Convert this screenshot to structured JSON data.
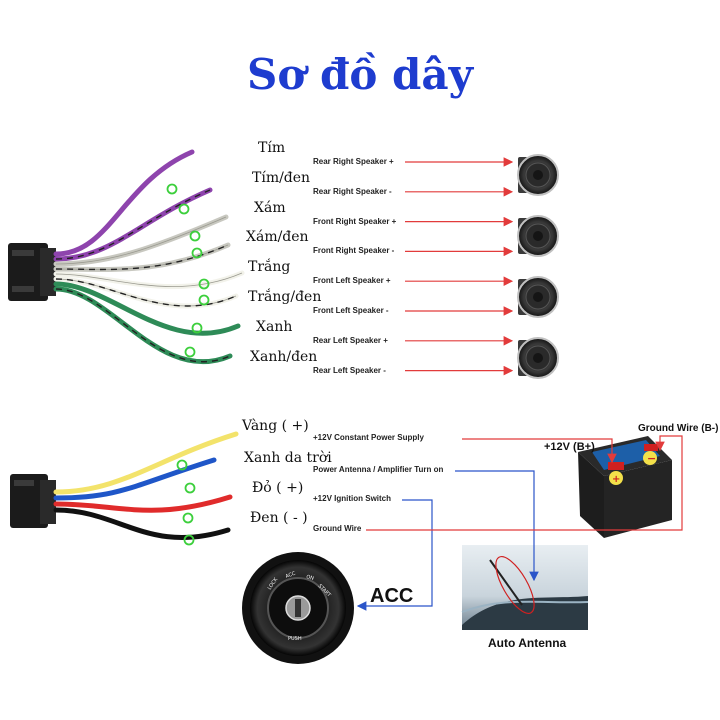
{
  "title": "Sơ đồ dây",
  "speaker_wires": [
    {
      "vn": "Tím",
      "en": "Rear Right Speaker +",
      "color": "#8e44ad",
      "stripe": ""
    },
    {
      "vn": "Tím/đen",
      "en": "Rear Right Speaker -",
      "color": "#8e44ad",
      "stripe": "#222222"
    },
    {
      "vn": "Xám",
      "en": "Front Right Speaker +",
      "color": "#c8c8c0",
      "stripe": ""
    },
    {
      "vn": "Xám/đen",
      "en": "Front Right Speaker -",
      "color": "#c8c8c0",
      "stripe": "#222222"
    },
    {
      "vn": "Trắng",
      "en": "Front Left Speaker +",
      "color": "#f2f2ea",
      "stripe": ""
    },
    {
      "vn": "Trắng/đen",
      "en": "Front Left Speaker -",
      "color": "#f2f2ea",
      "stripe": "#222222"
    },
    {
      "vn": "Xanh",
      "en": "Rear Left Speaker +",
      "color": "#2e8b57",
      "stripe": ""
    },
    {
      "vn": "Xanh/đen",
      "en": "Rear Left Speaker -",
      "color": "#2e8b57",
      "stripe": "#222222"
    }
  ],
  "power_wires": [
    {
      "vn": "Vàng ( +)",
      "en": "+12V Constant Power Supply",
      "color": "#f3e36b"
    },
    {
      "vn": "Xanh da trời",
      "en": "Power Antenna / Amplifier Turn on",
      "color": "#1f56c8"
    },
    {
      "vn": "Đỏ ( +)",
      "en": "+12V Ignition Switch",
      "color": "#e02b2b"
    },
    {
      "vn": "Đen ( - )",
      "en": "Ground Wire",
      "color": "#111111"
    }
  ],
  "battery": {
    "plus_label": "+12V  (B+)",
    "ground_label": "Ground Wire (B-)"
  },
  "acc_label": "ACC",
  "ignition_text": {
    "lock": "LOCK",
    "acc": "ACC",
    "on": "ON",
    "start": "START",
    "push": "PUSH"
  },
  "antenna_caption": "Auto Antenna",
  "colors": {
    "title": "#1e3ccf",
    "arrow": "#e23b3b",
    "antenna_line": "#2b55c9",
    "ring": "#3ccf3c"
  }
}
